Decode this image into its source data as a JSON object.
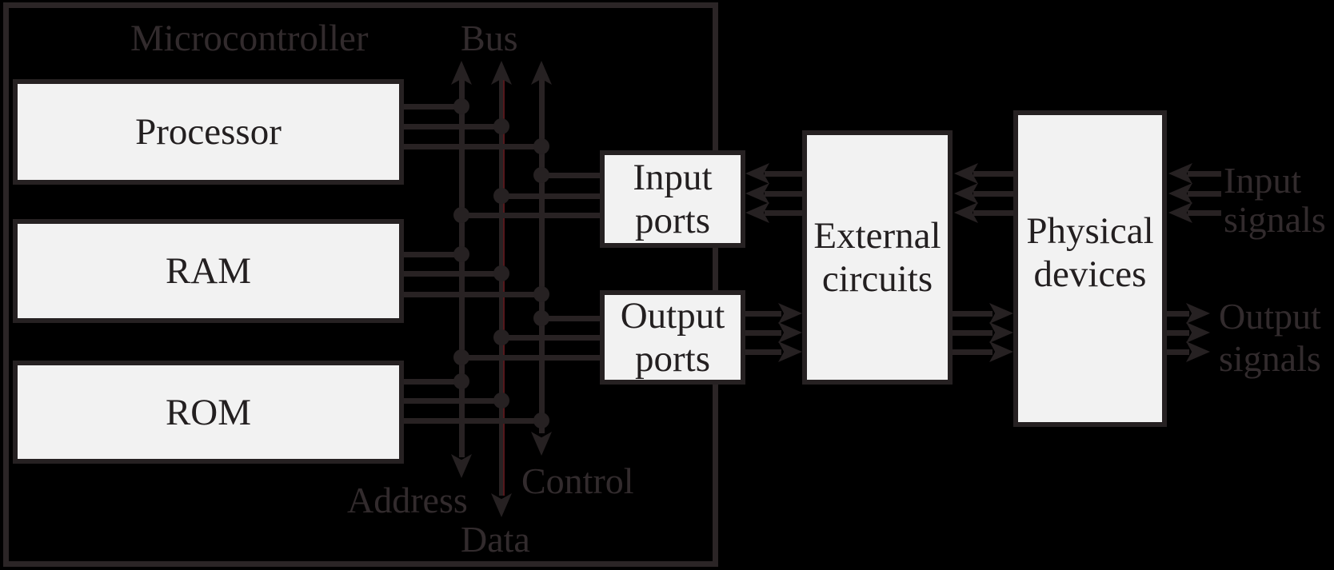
{
  "colors": {
    "background": "#000000",
    "box_fill": "#f2f2f2",
    "box_border": "#262122",
    "box_text": "#231f20",
    "line": "#282223",
    "outer_border": "#2b2526",
    "outside_label_text": "#322b2d",
    "data_line_stripe": "#55181c"
  },
  "microcontroller": {
    "title": "Microcontroller",
    "blocks": {
      "processor": "Processor",
      "ram": "RAM",
      "rom": "ROM"
    },
    "bus": {
      "label": "Bus",
      "address_label": "Address",
      "data_label": "Data",
      "control_label": "Control"
    }
  },
  "ports": {
    "input": [
      "Input",
      "ports"
    ],
    "output": [
      "Output",
      "ports"
    ]
  },
  "external_circuits": [
    "External",
    "circuits"
  ],
  "physical_devices": [
    "Physical",
    "devices"
  ],
  "signals": {
    "input": [
      "Input",
      "signals"
    ],
    "output": [
      "Output",
      "signals"
    ]
  }
}
